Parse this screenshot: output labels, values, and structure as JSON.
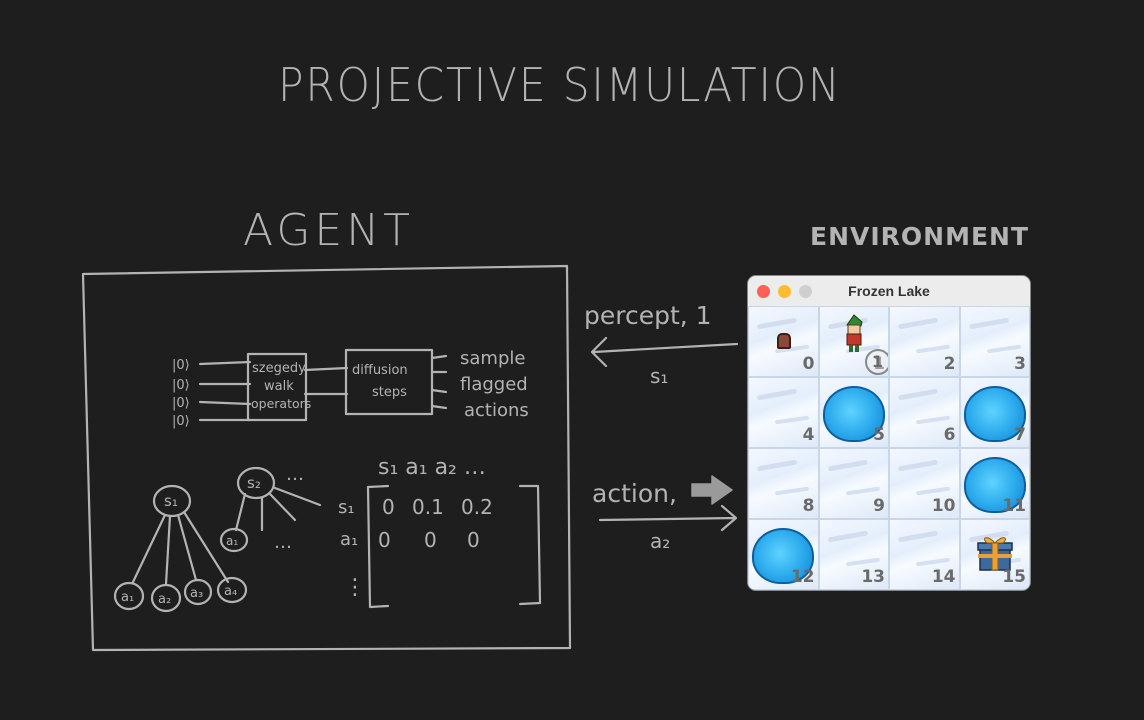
{
  "title": "PROJECTIVE SIMULATION",
  "agent": {
    "label": "AGENT",
    "circuit": {
      "inputs": [
        "|0⟩",
        "|0⟩",
        "|0⟩",
        "|0⟩"
      ],
      "block1": [
        "szegedy",
        "walk",
        "operators"
      ],
      "block2": [
        "diffusion",
        "steps"
      ],
      "outputs": [
        "sample",
        "flagged",
        "actions"
      ]
    },
    "graph": {
      "node1": "s₁",
      "node2": "s₂",
      "leaves": [
        "a₁",
        "a₂",
        "a₃",
        "a₄"
      ],
      "node2_leaf": "a₁",
      "ellipsis": "…"
    },
    "matrix": {
      "col_header": "s₁  a₁  a₂  …",
      "row1_label": "s₁",
      "row2_label": "a₁",
      "row1": [
        "0",
        "0.1",
        "0.2"
      ],
      "row2": [
        "0",
        "0",
        "0"
      ],
      "vdots": "⋮"
    }
  },
  "arrows": {
    "percept_label": "percept, 1",
    "percept_sub": "s₁",
    "action_label": "action,",
    "action_sub": "a₂"
  },
  "environment": {
    "label": "ENVIRONMENT",
    "window_title": "Frozen Lake",
    "traffic_lights": {
      "close": "#fe5f57",
      "minimize": "#febc2e",
      "zoom": "#cfcfcf"
    },
    "cells": [
      "0",
      "1",
      "2",
      "3",
      "4",
      "5",
      "6",
      "7",
      "8",
      "9",
      "10",
      "11",
      "12",
      "13",
      "14",
      "15"
    ],
    "holes": [
      5,
      7,
      11,
      12
    ],
    "start_cell": 0,
    "agent_cell": 1,
    "agent_badge": "1",
    "goal_cell": 15
  },
  "colors": {
    "background": "#1e1e1e",
    "chalk": "#b3b3b3",
    "ice": "#eef4fc",
    "water": "#2aa9ec"
  }
}
